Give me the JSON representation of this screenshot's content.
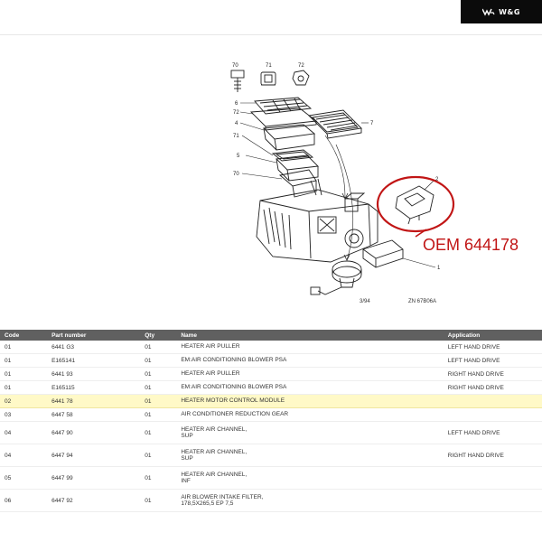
{
  "brand": {
    "name": "W&G"
  },
  "oem": {
    "label": "OEM 644178"
  },
  "diagram": {
    "callouts": [
      "70",
      "71",
      "72",
      "6",
      "72",
      "4",
      "71",
      "5",
      "70",
      "7",
      "2",
      "1"
    ],
    "date_code": "3/94",
    "ref_code": "ZN 67B06A"
  },
  "table": {
    "headers": [
      "Code",
      "Part number",
      "Qty",
      "Name",
      "Application"
    ],
    "rows": [
      {
        "code": "01",
        "part": "6441 G3",
        "qty": "01",
        "name": "HEATER AIR PULLER",
        "app": "LEFT HAND DRIVE",
        "highlight": false
      },
      {
        "code": "01",
        "part": "E165141",
        "qty": "01",
        "name": "EM:AIR CONDITIONING BLOWER PSA",
        "app": "LEFT HAND DRIVE",
        "highlight": false
      },
      {
        "code": "01",
        "part": "6441 93",
        "qty": "01",
        "name": "HEATER AIR PULLER",
        "app": "RIGHT HAND DRIVE",
        "highlight": false
      },
      {
        "code": "01",
        "part": "E165115",
        "qty": "01",
        "name": "EM:AIR CONDITIONING BLOWER PSA",
        "app": "RIGHT HAND DRIVE",
        "highlight": false
      },
      {
        "code": "02",
        "part": "6441 78",
        "qty": "01",
        "name": "HEATER MOTOR CONTROL MODULE",
        "app": "",
        "highlight": true
      },
      {
        "code": "03",
        "part": "6447 58",
        "qty": "01",
        "name": "AIR CONDITIONER REDUCTION GEAR",
        "app": "",
        "highlight": false
      },
      {
        "code": "04",
        "part": "6447 90",
        "qty": "01",
        "name": "HEATER AIR CHANNEL,\nSUP",
        "app": "LEFT HAND DRIVE",
        "highlight": false
      },
      {
        "code": "04",
        "part": "6447 94",
        "qty": "01",
        "name": "HEATER AIR CHANNEL,\nSUP",
        "app": "RIGHT HAND DRIVE",
        "highlight": false
      },
      {
        "code": "05",
        "part": "6447 99",
        "qty": "01",
        "name": "HEATER AIR CHANNEL,\nINF",
        "app": "",
        "highlight": false
      },
      {
        "code": "06",
        "part": "6447 92",
        "qty": "01",
        "name": "AIR BLOWER INTAKE FILTER,\n178,5X265,5 EP 7,5",
        "app": "",
        "highlight": false
      }
    ]
  }
}
